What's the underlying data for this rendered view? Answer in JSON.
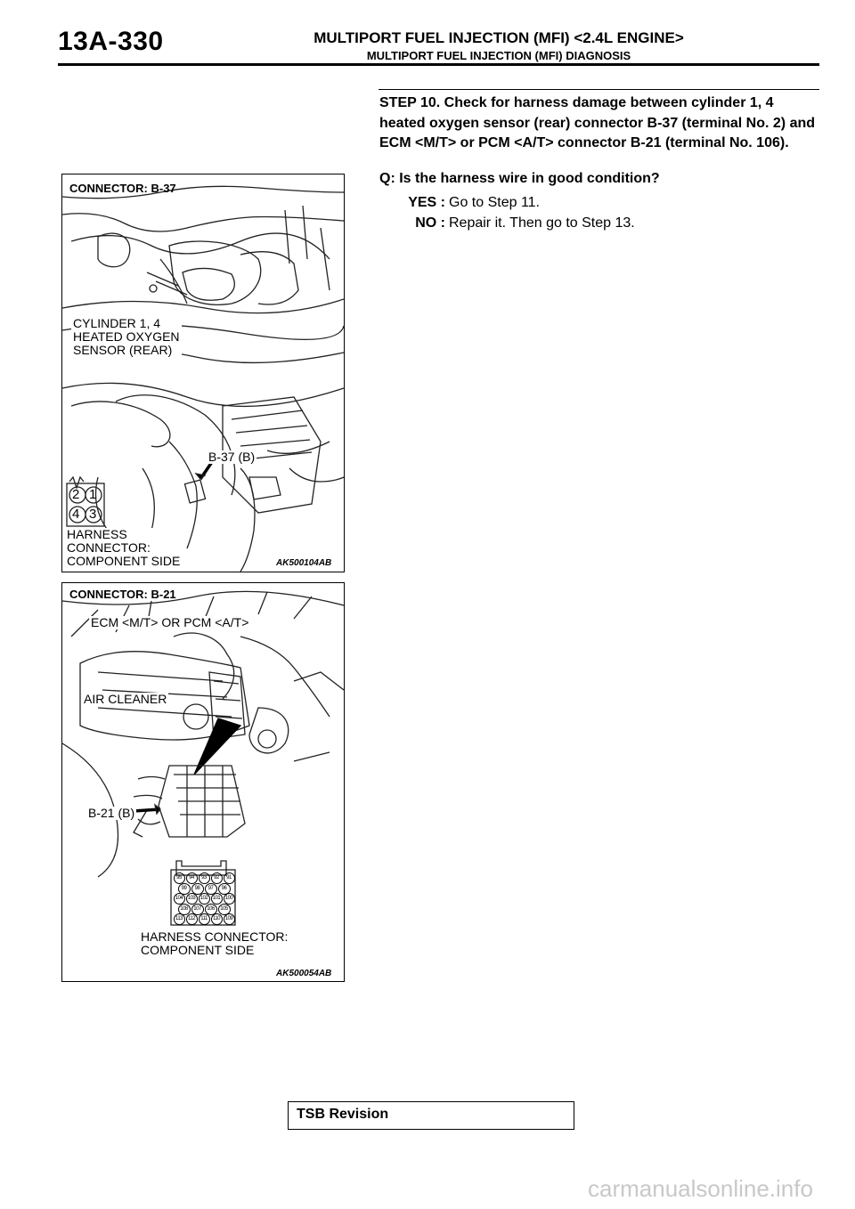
{
  "header": {
    "page_number": "13A-330",
    "title": "MULTIPORT FUEL INJECTION (MFI) <2.4L ENGINE>",
    "subtitle": "MULTIPORT FUEL INJECTION (MFI) DIAGNOSIS"
  },
  "step": {
    "text": "STEP 10. Check for harness damage between cylinder 1, 4 heated oxygen sensor (rear) connector B-37 (terminal No. 2) and ECM <M/T> or PCM <A/T> connector B-21 (terminal No. 106).",
    "question": "Q: Is the harness wire in good condition?",
    "yes_label": "YES :",
    "yes_text": "Go to Step 11.",
    "no_label": "NO :",
    "no_text": "Repair it. Then go to Step 13."
  },
  "figure1": {
    "connector_title": "CONNECTOR: B-37",
    "sensor_label": [
      "CYLINDER 1, 4",
      "HEATED OXYGEN",
      "SENSOR (REAR)"
    ],
    "callout": "B-37 (B)",
    "pins": [
      "2",
      "1",
      "4",
      "3"
    ],
    "harness_label": [
      "HARNESS",
      "CONNECTOR:",
      "COMPONENT SIDE"
    ],
    "code": "AK500104AB"
  },
  "figure2": {
    "connector_title": "CONNECTOR: B-21",
    "ecm_label": "ECM <M/T> OR PCM <A/T>",
    "air_cleaner_label": "AIR CLEANER",
    "callout": "B-21 (B)",
    "pin_rows": [
      [
        "95",
        "94",
        "93",
        "92",
        "91"
      ],
      [
        "99",
        "98",
        "97",
        "96"
      ],
      [
        "104",
        "103",
        "102",
        "101",
        "100"
      ],
      [
        "108",
        "107",
        "106",
        "105"
      ],
      [
        "113",
        "112",
        "111",
        "110",
        "109"
      ]
    ],
    "harness_label": [
      "HARNESS CONNECTOR:",
      "COMPONENT SIDE"
    ],
    "code": "AK500054AB"
  },
  "footer": {
    "text": "TSB Revision"
  },
  "watermark": "carmanualsonline.info"
}
